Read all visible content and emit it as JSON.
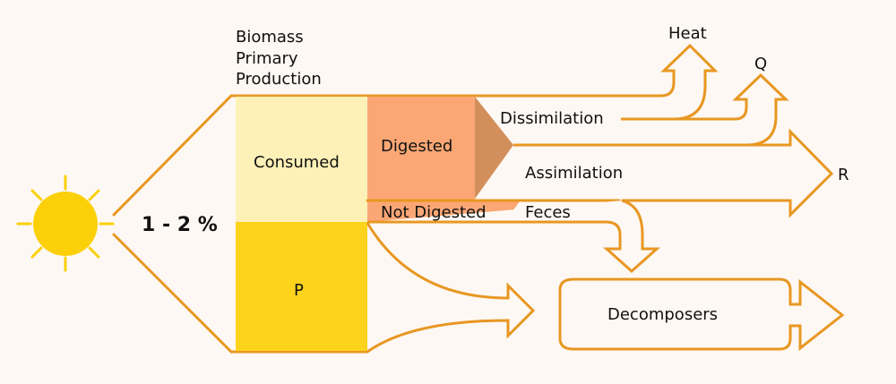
{
  "diagram": {
    "title": "Energy flow in an ecosystem",
    "colors": {
      "background": "#fdf8f3",
      "line": "#e89722",
      "sun": "#fcd009",
      "consumed": "#fdf1b8",
      "production": "#fdd31c",
      "digested": "#fba775",
      "digested_tip": "#d38f5b",
      "not_digested": "#fba775"
    },
    "labels": {
      "biomass_line1": "Biomass",
      "biomass_line2": "Primary",
      "biomass_line3": "Production",
      "efficiency": "1 - 2 %",
      "consumed": "Consumed",
      "production": "P",
      "digested": "Digested",
      "not_digested": "Not Digested",
      "dissimilation": "Dissimilation",
      "assimilation": "Assimilation",
      "feces": "Feces",
      "heat": "Heat",
      "q": "Q",
      "r": "R",
      "decomposers": "Decomposers"
    }
  }
}
